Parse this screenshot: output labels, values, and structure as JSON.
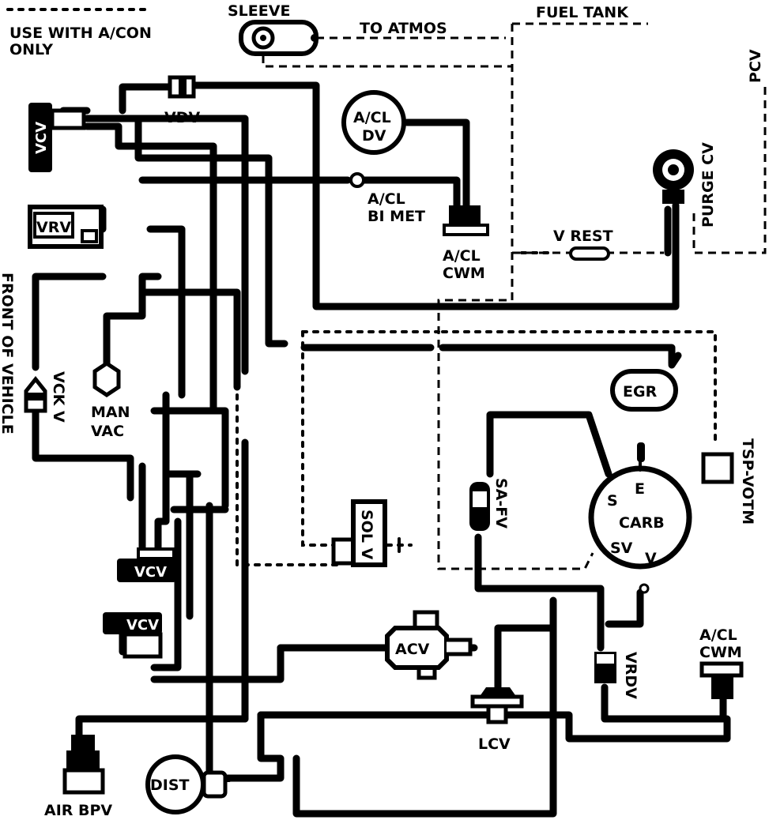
{
  "legend": {
    "title": "USE WITH A/CON",
    "title2": "ONLY"
  },
  "labels": {
    "sleeve": "SLEEVE",
    "to_atmos": "TO ATMOS",
    "fuel_tank": "FUEL TANK",
    "pcv": "PCV",
    "purge_cv": "PURGE CV",
    "vdv": "VDV",
    "vcv_top": "VCV",
    "vcv_mid": "VCV",
    "vcv_low": "VCV",
    "vrv": "VRV",
    "acl_dv_1": "A/CL",
    "acl_dv_2": "DV",
    "acl_bimet_1": "A/CL",
    "acl_bimet_2": "BI MET",
    "acl_cwm_1": "A/CL",
    "acl_cwm_2": "CWM",
    "v_rest": "V REST",
    "front_of_vehicle": "FRONT OF VEHICLE",
    "vck_v": "VCK V",
    "man_vac_1": "MAN",
    "man_vac_2": "VAC",
    "egr": "EGR",
    "tsp_votm": "TSP-VOTM",
    "sa_fv": "SA-FV",
    "carb": "CARB",
    "carb_e": "E",
    "carb_s": "S",
    "carb_sv": "SV",
    "carb_v": "V",
    "sol_v": "SOL V",
    "acv": "ACV",
    "lcv": "LCV",
    "vrdv": "VRDV",
    "acl_cwm_r_1": "A/CL",
    "acl_cwm_r_2": "CWM",
    "dist": "DIST",
    "air_bpv": "AIR BPV"
  }
}
